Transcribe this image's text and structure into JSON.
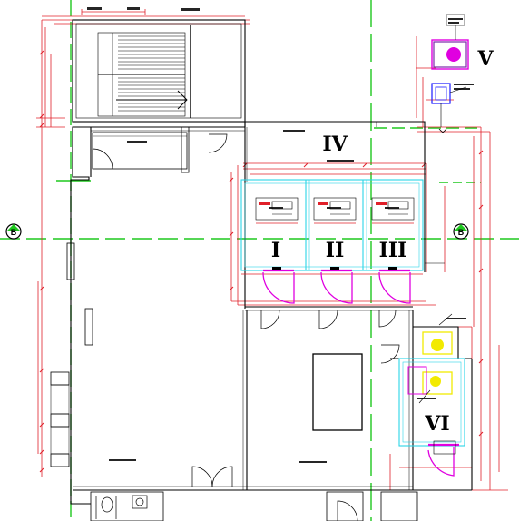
{
  "colors": {
    "wall": "#000000",
    "dimension": "#e0202a",
    "axis": "#1ec81e",
    "cyan": "#2ad6e6",
    "magenta": "#e000e0",
    "yellow": "#f2ea00",
    "blue": "#1a1aff",
    "purple": "#7a2aa8"
  },
  "rooms": {
    "room_i": "I",
    "room_ii": "II",
    "room_iii": "III",
    "room_iv": "IV",
    "room_v": "V",
    "room_vi": "VI"
  },
  "grid_markers": {
    "left": "B",
    "right": "B"
  }
}
